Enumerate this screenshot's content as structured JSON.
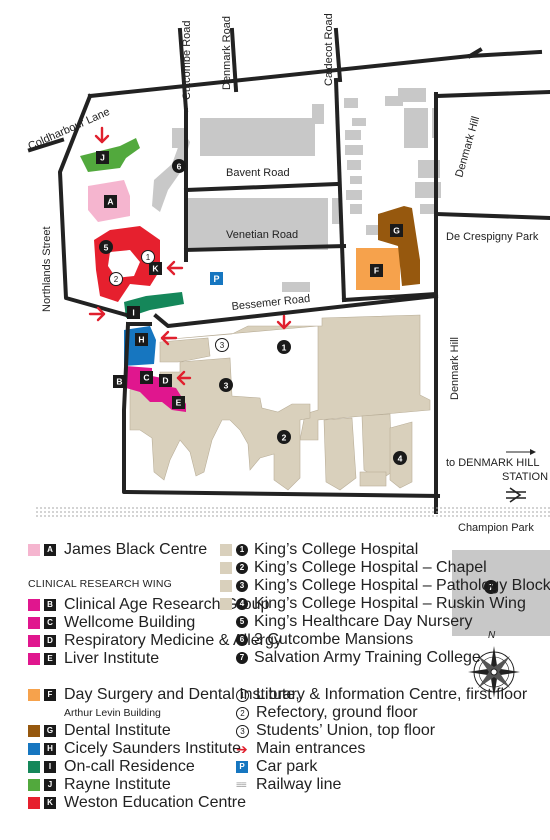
{
  "colors": {
    "road": "#222222",
    "hospital": "#d9d0bc",
    "building_grey": "#c8c8c8",
    "james_black": "#f5b5cf",
    "clinical": "#e0168e",
    "day_surgery": "#f6a24c",
    "dental": "#96580e",
    "cicely": "#1676c0",
    "oncall": "#15875a",
    "rayne": "#52a93d",
    "weston": "#e6202e",
    "carpark": "#1676c0",
    "entrance": "#e0202e"
  },
  "streets": {
    "coldharbour": "Coldharbour Lane",
    "cutcombe": "Cutcombe Road",
    "denmark_road": "Denmark Road",
    "caldecot": "Caldecot Road",
    "denmark_hill_top": "Denmark Hill",
    "bavent": "Bavent Road",
    "venetian": "Venetian Road",
    "de_crespigny": "De Crespigny Park",
    "northlands": "Northlands Street",
    "bessemer": "Bessemer Road",
    "denmark_hill_mid": "Denmark Hill",
    "station_line1": "to  DENMARK HILL",
    "station_line2": "STATION",
    "champion": "Champion Park"
  },
  "map_labels": {
    "A": "A",
    "B": "B",
    "C": "C",
    "D": "D",
    "E": "E",
    "F": "F",
    "G": "G",
    "H": "H",
    "I": "I",
    "J": "J",
    "K": "K",
    "P": "P",
    "n1": "1",
    "n2": "2",
    "n3": "3",
    "n4": "4",
    "n5": "5",
    "n6": "6",
    "n7": "7",
    "o1": "1",
    "o2": "2",
    "o3": "3"
  },
  "compass": {
    "north": "N"
  },
  "legend": {
    "left": [
      {
        "key": "A",
        "label": "James Black Centre",
        "color": "#f5b5cf"
      }
    ],
    "clinical_heading": "CLINICAL RESEARCH WING",
    "clinical": [
      {
        "key": "B",
        "label": "Clinical Age Research Group",
        "color": "#e0168e"
      },
      {
        "key": "C",
        "label": "Wellcome Building",
        "color": "#e0168e"
      },
      {
        "key": "D",
        "label": "Respiratory Medicine & Allergy",
        "color": "#e0168e"
      },
      {
        "key": "E",
        "label": "Liver Institute",
        "color": "#e0168e"
      }
    ],
    "f_line1": "Day Surgery and Dental Institute,",
    "f_line2": "Arthur Levin Building",
    "others": [
      {
        "key": "G",
        "label": "Dental Institute",
        "color": "#96580e"
      },
      {
        "key": "H",
        "label": "Cicely Saunders Institute",
        "color": "#1676c0"
      },
      {
        "key": "I",
        "label": "On-call Residence",
        "color": "#15875a"
      },
      {
        "key": "J",
        "label": "Rayne Institute",
        "color": "#52a93d"
      },
      {
        "key": "K",
        "label": "Weston Education Centre",
        "color": "#e6202e"
      }
    ],
    "hospital": [
      {
        "key": "1",
        "label": "King’s College Hospital",
        "swatch": true
      },
      {
        "key": "2",
        "label": "King’s College Hospital – Chapel",
        "swatch": true
      },
      {
        "key": "3",
        "label": "King’s College Hospital – Pathology Block",
        "swatch": true
      },
      {
        "key": "4",
        "label": "King’s College Hospital – Ruskin Wing",
        "swatch": true
      },
      {
        "key": "5",
        "label": "King’s Healthcare Day Nursery",
        "swatch": false
      },
      {
        "key": "6",
        "label": "3 Cutcombe Mansions",
        "swatch": false
      },
      {
        "key": "7",
        "label": "Salvation Army Training College",
        "swatch": false
      }
    ],
    "facilities": [
      {
        "key": "1",
        "label": "Library & Information Centre, first floor"
      },
      {
        "key": "2",
        "label": "Refectory, ground floor"
      },
      {
        "key": "3",
        "label": "Students’ Union, top floor"
      }
    ],
    "entrances": "Main entrances",
    "carpark_key": "P",
    "carpark": "Car park",
    "railway": "Railway line"
  }
}
